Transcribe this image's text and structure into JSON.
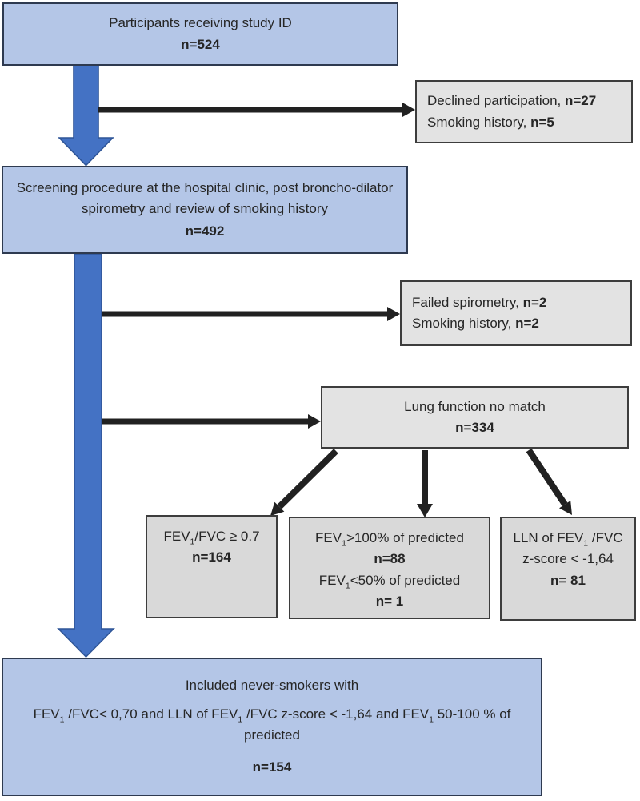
{
  "colors": {
    "blue_box_fill": "#b4c6e7",
    "blue_box_border": "#2e3a50",
    "gray_box_fill": "#e3e3e3",
    "gray_box_fill_dark": "#d9d9d9",
    "gray_box_border": "#3d3d3d",
    "arrow_fill": "#4472c4",
    "arrow_stroke": "#2f5597",
    "black_arrow": "#212121",
    "text": "#262626",
    "background": "#ffffff"
  },
  "boxes": {
    "participants": {
      "title": "Participants receiving study ID",
      "n": "n=524"
    },
    "declined": {
      "line1_label": "Declined participation, ",
      "line1_n": "n=27",
      "line2_label": "Smoking history, ",
      "line2_n": "n=5"
    },
    "screening": {
      "line1": "Screening procedure at the hospital clinic, post broncho-dilator",
      "line2": "spirometry and review of smoking history",
      "n": "n=492"
    },
    "failed": {
      "line1_label": "Failed spirometry, ",
      "line1_n": "n=2",
      "line2_label": "Smoking history, ",
      "line2_n": "n=2"
    },
    "lung_no_match": {
      "title": "Lung function no match",
      "n": "n=334"
    },
    "fev_fvc": {
      "pre": "FEV",
      "sub": "1",
      "post": "/FVC ≥ 0.7",
      "n": "n=164"
    },
    "fev_predicted": {
      "l1_pre": "FEV",
      "l1_sub": "1",
      "l1_post": ">100% of predicted",
      "n1": "n=88",
      "l2_pre": "FEV",
      "l2_sub": "1",
      "l2_post": "<50% of predicted",
      "n2": "n= 1"
    },
    "lln": {
      "l1_pre": "LLN of FEV",
      "l1_sub": "1",
      "l1_post": " /FVC",
      "line2": "z-score < -1,64",
      "n": "n= 81"
    },
    "included": {
      "title": "Included never-smokers with",
      "c1": "FEV",
      "s1": "1",
      "c2": " /FVC< 0,70 and LLN of FEV",
      "s2": "1",
      "c3": " /FVC z-score < -1,64 and FEV",
      "s3": "1",
      "c4": " 50-100 % of predicted",
      "n": "n=154"
    }
  }
}
